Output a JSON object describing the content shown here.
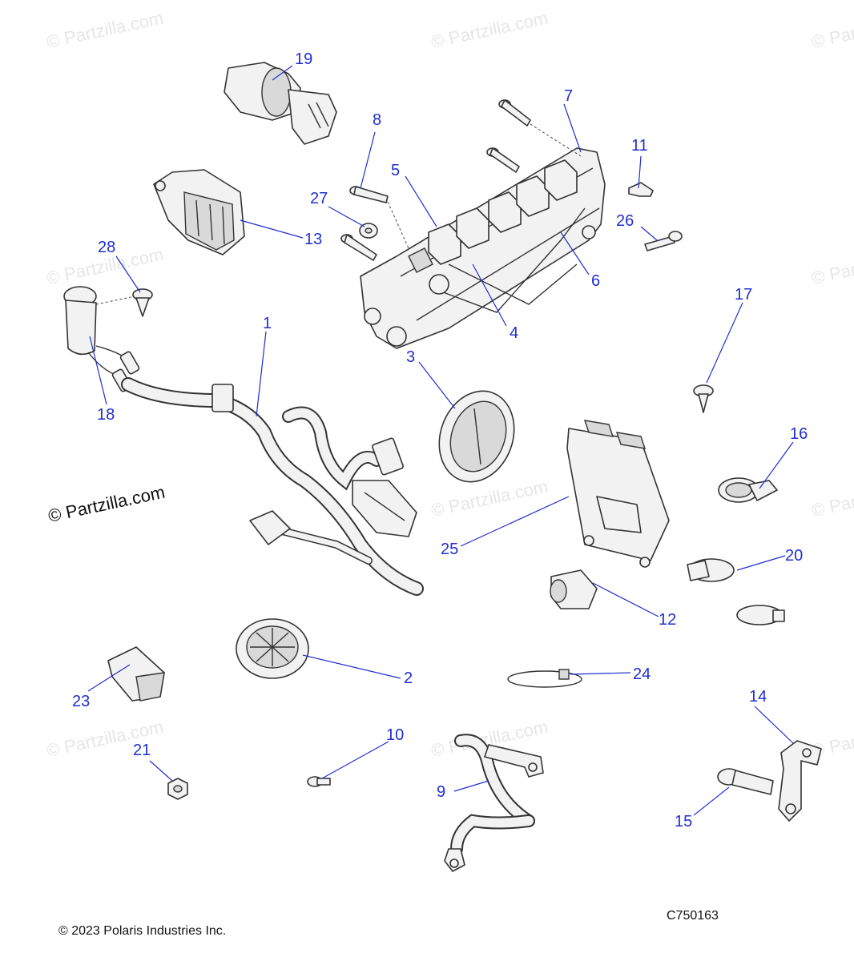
{
  "watermark": "© Partzilla.com",
  "copyright": "© 2023 Polaris Industries Inc.",
  "diagram_code": "C750163",
  "callouts": {
    "c1": "1",
    "c2": "2",
    "c3": "3",
    "c4": "4",
    "c5": "5",
    "c6": "6",
    "c7": "7",
    "c8": "8",
    "c9": "9",
    "c10": "10",
    "c11": "11",
    "c12": "12",
    "c13": "13",
    "c14": "14",
    "c15": "15",
    "c16": "16",
    "c17": "17",
    "c18": "18",
    "c19": "19",
    "c20": "20",
    "c21": "21",
    "c23": "23",
    "c24": "24",
    "c25": "25",
    "c26": "26",
    "c27": "27",
    "c28": "28"
  },
  "colors": {
    "callout": "#1f2fd0",
    "line": "#333333"
  }
}
